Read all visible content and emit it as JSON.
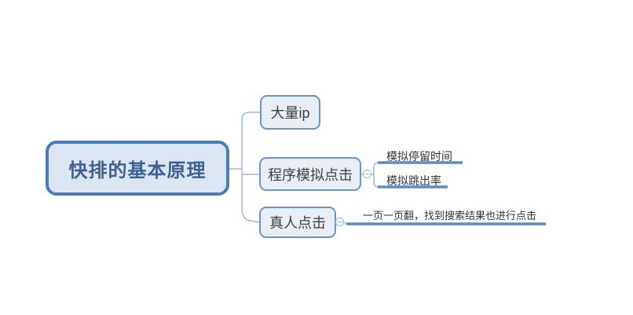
{
  "diagram": {
    "type": "mindmap",
    "title": "快排的基本原理",
    "root": {
      "label": "快排的基本原理"
    },
    "branches": [
      {
        "label": "大量ip",
        "children": []
      },
      {
        "label": "程序模拟点击",
        "toggle": "collapse-minus",
        "children": [
          {
            "label": "模拟停留时间"
          },
          {
            "label": "模拟跳出率"
          }
        ]
      },
      {
        "label": "真人点击",
        "toggle": "collapse-minus",
        "children": [
          {
            "label": "一页一页翻，找到搜索结果也进行点击"
          }
        ]
      }
    ],
    "colors": {
      "background": "#ffffff",
      "root_border": "#4a7cba",
      "root_fill": "#dce6f2",
      "root_text": "#3d6095",
      "branch_border": "#6b94c6",
      "branch_fill": "#e8edf6",
      "branch_text": "#3f3f3f",
      "leaf_text": "#333333",
      "connector_line": "#9fb6d6",
      "leaf_underline": "#5c8bc9"
    }
  }
}
